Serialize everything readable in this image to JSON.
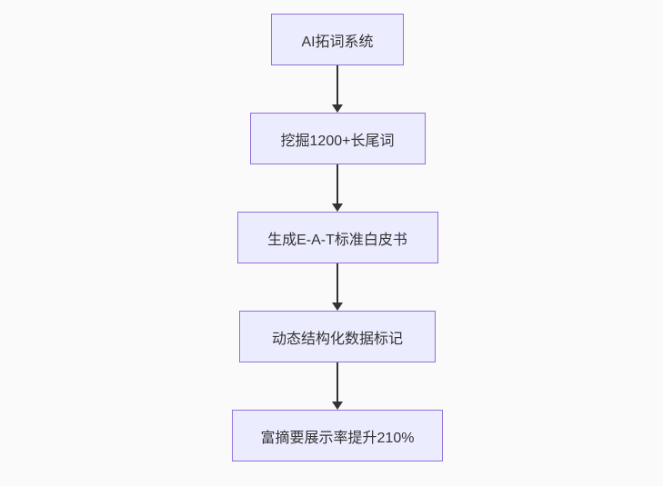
{
  "page": {
    "background_color": "#fafafa"
  },
  "flowchart": {
    "type": "flowchart",
    "direction": "top-down",
    "node_fill_color": "#ECECFF",
    "node_border_color": "#9370DB",
    "node_text_color": "#333333",
    "arrow_color": "#333333",
    "nodes": [
      {
        "id": "node-1",
        "label": "AI拓词系统"
      },
      {
        "id": "node-2",
        "label": "挖掘1200+长尾词"
      },
      {
        "id": "node-3",
        "label": "生成E-A-T标准白皮书"
      },
      {
        "id": "node-4",
        "label": "动态结构化数据标记"
      },
      {
        "id": "node-5",
        "label": "富摘要展示率提升210%"
      }
    ],
    "edges": [
      {
        "from": "node-1",
        "to": "node-2"
      },
      {
        "from": "node-2",
        "to": "node-3"
      },
      {
        "from": "node-3",
        "to": "node-4"
      },
      {
        "from": "node-4",
        "to": "node-5"
      }
    ]
  }
}
